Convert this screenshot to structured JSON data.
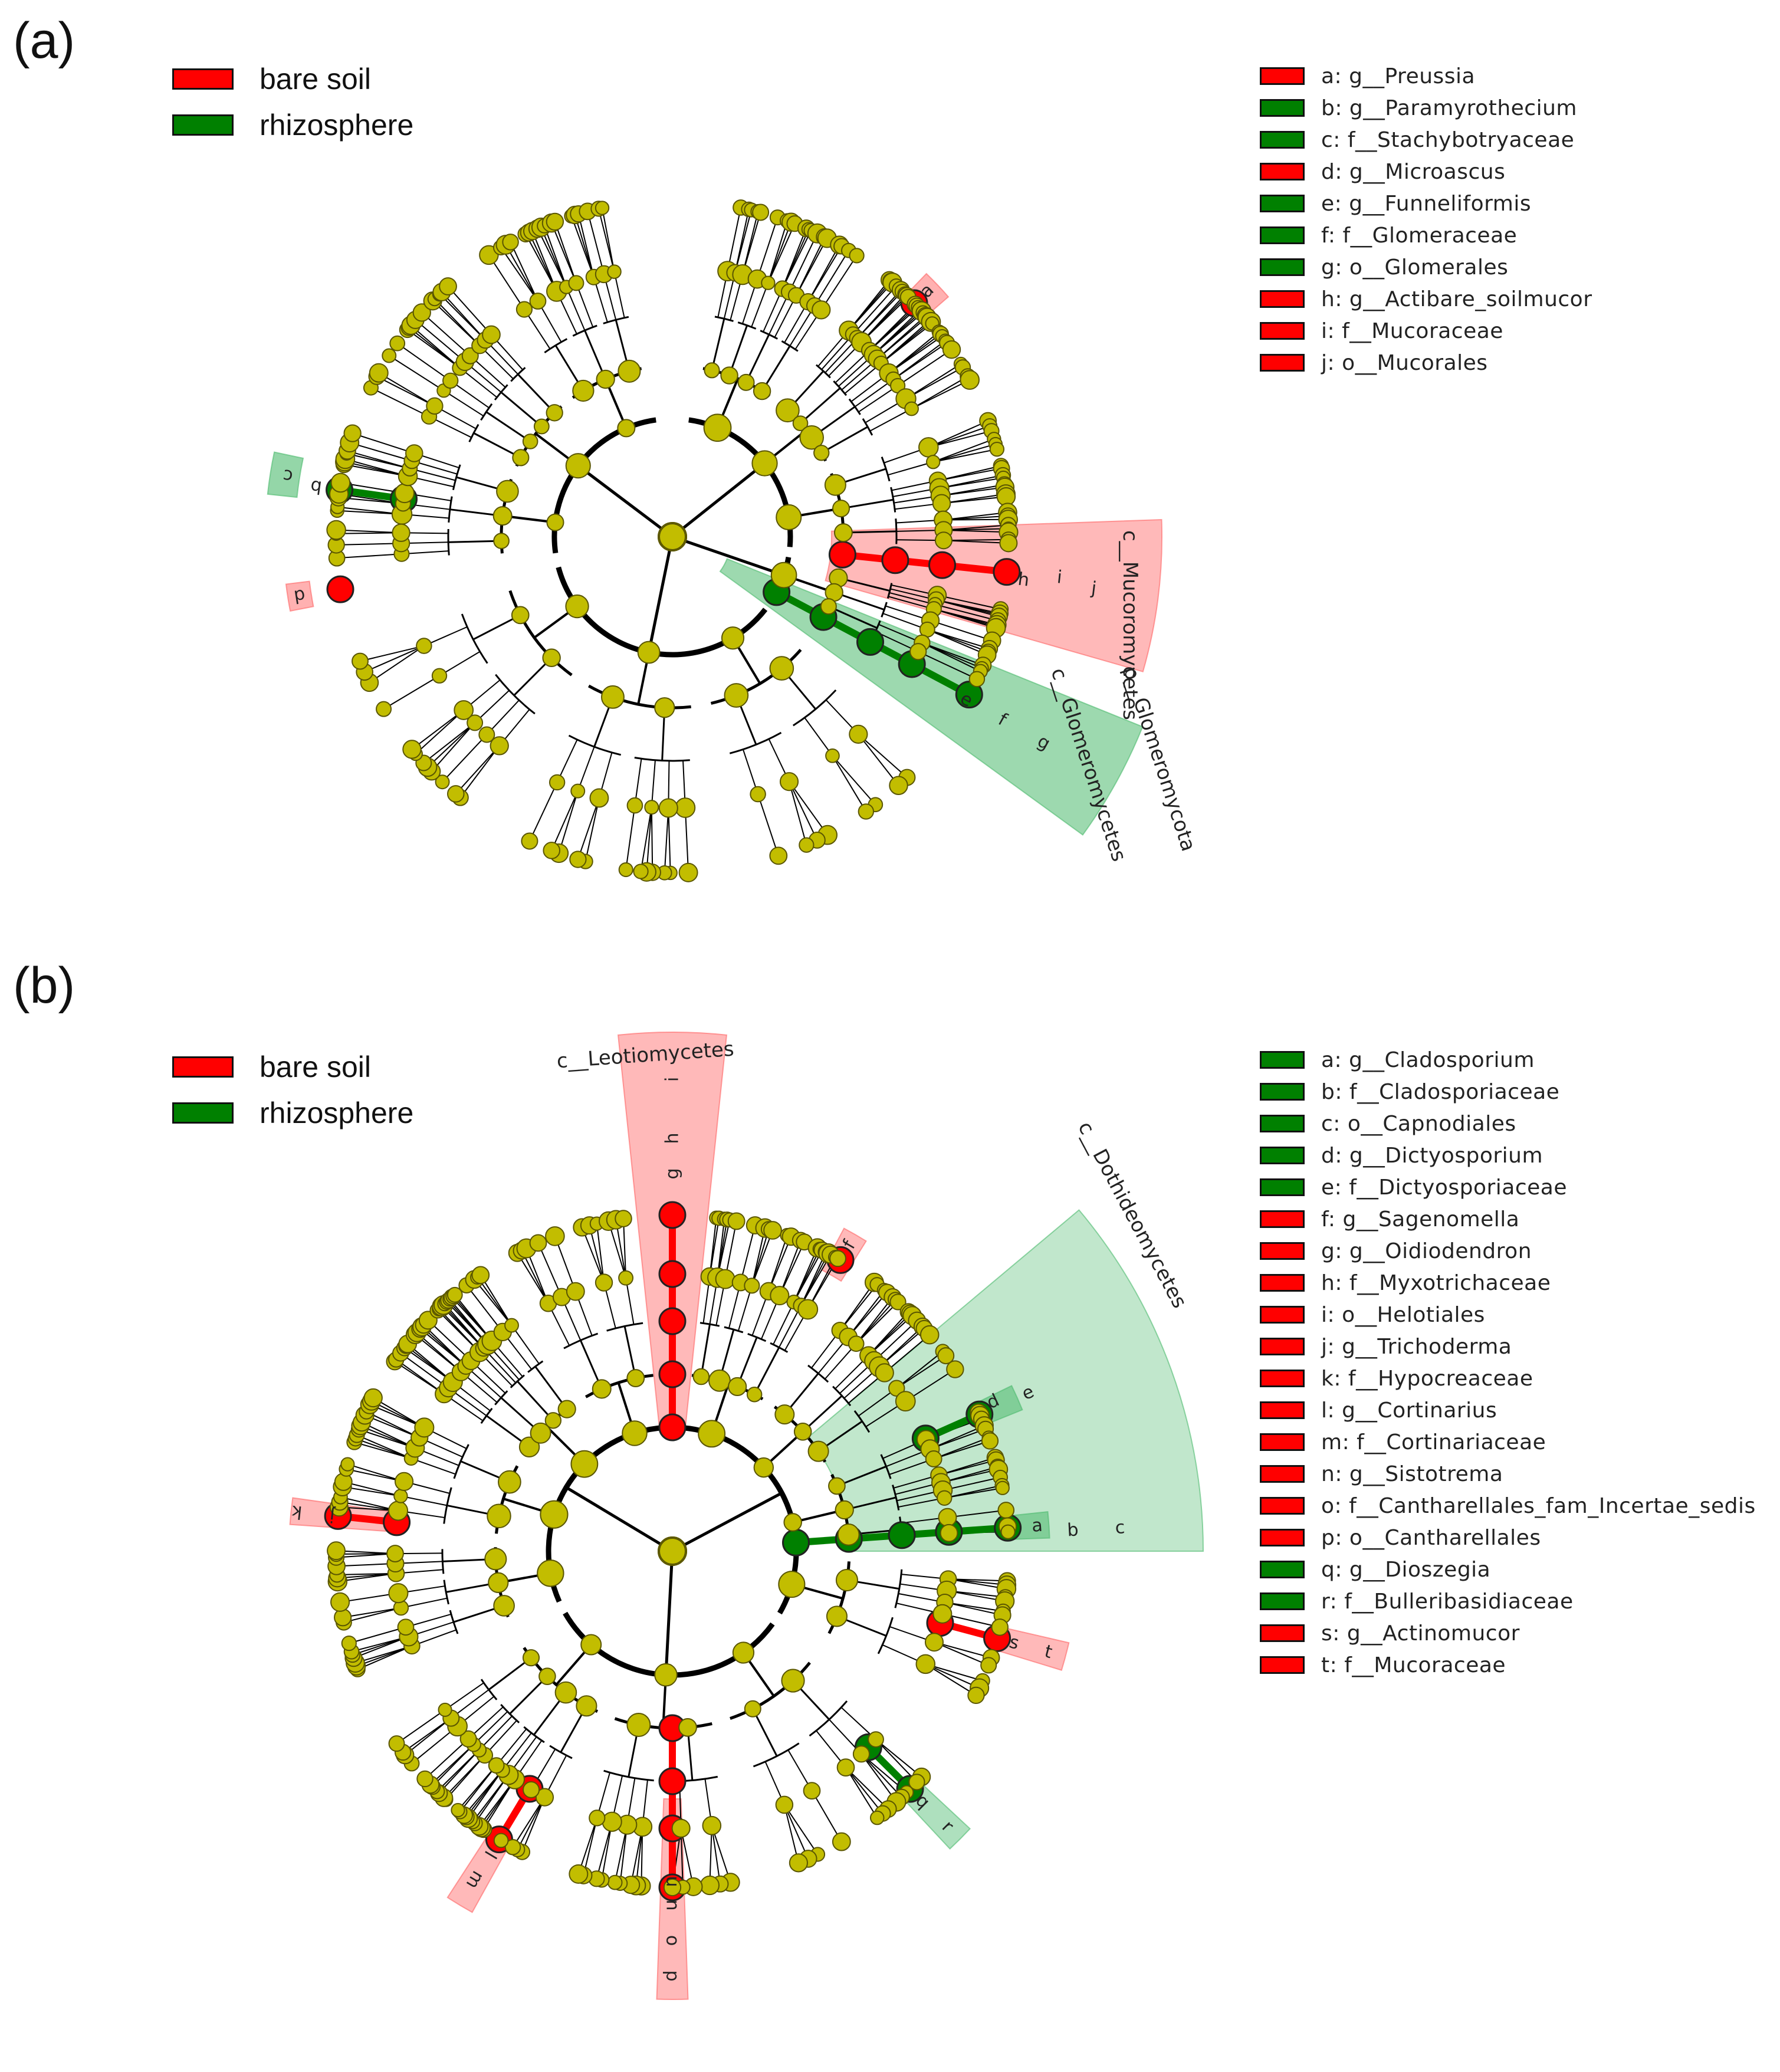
{
  "colors": {
    "bare_soil": "#ff0000",
    "rhizosphere": "#008000",
    "node": "#c2bd00",
    "node_stroke": "#5a5600",
    "branch": "#000000",
    "bare_shade": "#ff6464",
    "rhizo_shade": "#4cba6e"
  },
  "panels": [
    {
      "id": "a",
      "label": "(a)",
      "group_legend": [
        {
          "label": "bare soil",
          "color": "#ff0000"
        },
        {
          "label": "rhizosphere",
          "color": "#008000"
        }
      ],
      "taxa": [
        {
          "label": "a: g__Preussia",
          "color": "#ff0000"
        },
        {
          "label": "b: g__Paramyrothecium",
          "color": "#008000"
        },
        {
          "label": "c: f__Stachybotryaceae",
          "color": "#008000"
        },
        {
          "label": "d: g__Microascus",
          "color": "#ff0000"
        },
        {
          "label": "e: g__Funneliformis",
          "color": "#008000"
        },
        {
          "label": "f: f__Glomeraceae",
          "color": "#008000"
        },
        {
          "label": "g: o__Glomerales",
          "color": "#008000"
        },
        {
          "label": "h: g__Actibare_soilmucor",
          "color": "#ff0000"
        },
        {
          "label": "i: f__Mucoraceae",
          "color": "#ff0000"
        },
        {
          "label": "j: o__Mucorales",
          "color": "#ff0000"
        }
      ],
      "clade_labels": [
        "c__Mucoromycetes",
        "c__Glomeromycetes",
        "p__Glomeromycota"
      ],
      "marker_letters": [
        "a",
        "b",
        "c",
        "d",
        "e",
        "f",
        "g",
        "h",
        "i",
        "j"
      ]
    },
    {
      "id": "b",
      "label": "(b)",
      "group_legend": [
        {
          "label": "bare soil",
          "color": "#ff0000"
        },
        {
          "label": "rhizosphere",
          "color": "#008000"
        }
      ],
      "taxa": [
        {
          "label": "a: g__Cladosporium",
          "color": "#008000"
        },
        {
          "label": "b: f__Cladosporiaceae",
          "color": "#008000"
        },
        {
          "label": "c: o__Capnodiales",
          "color": "#008000"
        },
        {
          "label": "d: g__Dictyosporium",
          "color": "#008000"
        },
        {
          "label": "e: f__Dictyosporiaceae",
          "color": "#008000"
        },
        {
          "label": "f: g__Sagenomella",
          "color": "#ff0000"
        },
        {
          "label": "g: g__Oidiodendron",
          "color": "#ff0000"
        },
        {
          "label": "h: f__Myxotrichaceae",
          "color": "#ff0000"
        },
        {
          "label": "i: o__Helotiales",
          "color": "#ff0000"
        },
        {
          "label": "j: g__Trichoderma",
          "color": "#ff0000"
        },
        {
          "label": "k: f__Hypocreaceae",
          "color": "#ff0000"
        },
        {
          "label": "l: g__Cortinarius",
          "color": "#ff0000"
        },
        {
          "label": "m: f__Cortinariaceae",
          "color": "#ff0000"
        },
        {
          "label": "n: g__Sistotrema",
          "color": "#ff0000"
        },
        {
          "label": "o: f__Cantharellales_fam_Incertae_sedis",
          "color": "#ff0000"
        },
        {
          "label": "p: o__Cantharellales",
          "color": "#ff0000"
        },
        {
          "label": "q: g__Dioszegia",
          "color": "#008000"
        },
        {
          "label": "r: f__Bulleribasidiaceae",
          "color": "#008000"
        },
        {
          "label": "s: g__Actinomucor",
          "color": "#ff0000"
        },
        {
          "label": "t: f__Mucoraceae",
          "color": "#ff0000"
        }
      ],
      "clade_labels": [
        "c__Leotiomycetes",
        "c__Dothideomycetes"
      ],
      "marker_letters": [
        "a",
        "b",
        "c",
        "d",
        "e",
        "f",
        "g",
        "h",
        "i",
        "j",
        "k",
        "l",
        "m",
        "n",
        "o",
        "p",
        "q",
        "r",
        "s",
        "t",
        "u"
      ]
    }
  ]
}
